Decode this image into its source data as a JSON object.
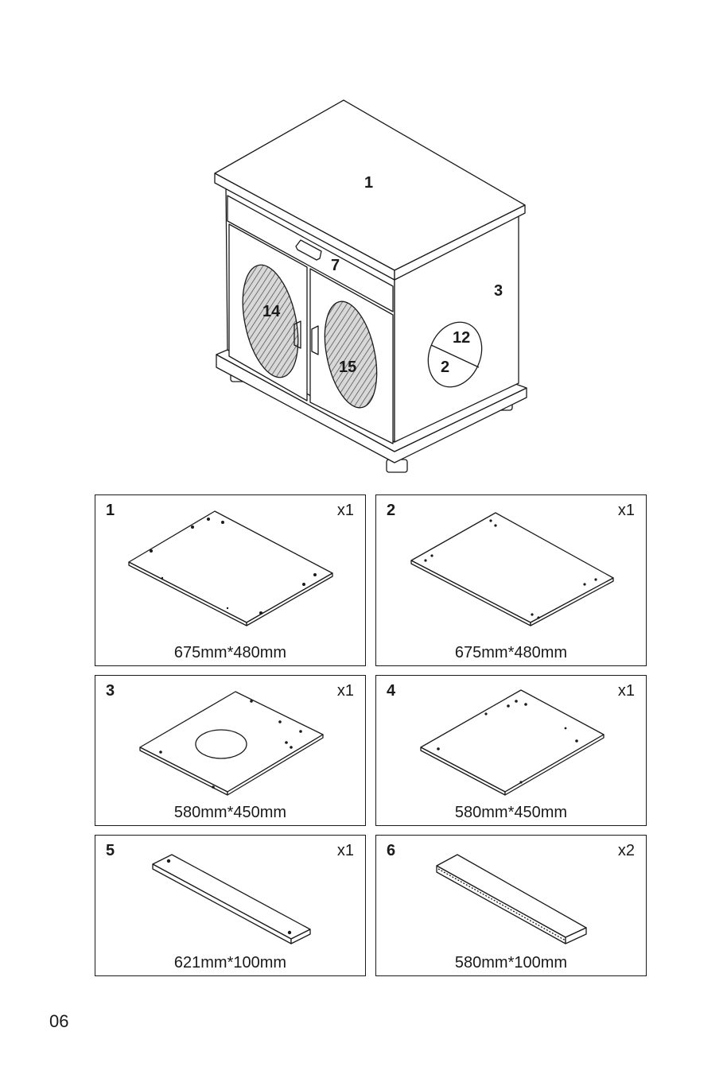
{
  "assembled_view": {
    "callouts": [
      "1",
      "7",
      "3",
      "14",
      "12",
      "15",
      "2"
    ]
  },
  "parts": [
    {
      "number": "1",
      "quantity": "x1",
      "dimensions": "675mm*480mm"
    },
    {
      "number": "2",
      "quantity": "x1",
      "dimensions": "675mm*480mm"
    },
    {
      "number": "3",
      "quantity": "x1",
      "dimensions": "580mm*450mm"
    },
    {
      "number": "4",
      "quantity": "x1",
      "dimensions": "580mm*450mm"
    },
    {
      "number": "5",
      "quantity": "x1",
      "dimensions": "621mm*100mm"
    },
    {
      "number": "6",
      "quantity": "x2",
      "dimensions": "580mm*100mm"
    }
  ],
  "page_number": "06"
}
